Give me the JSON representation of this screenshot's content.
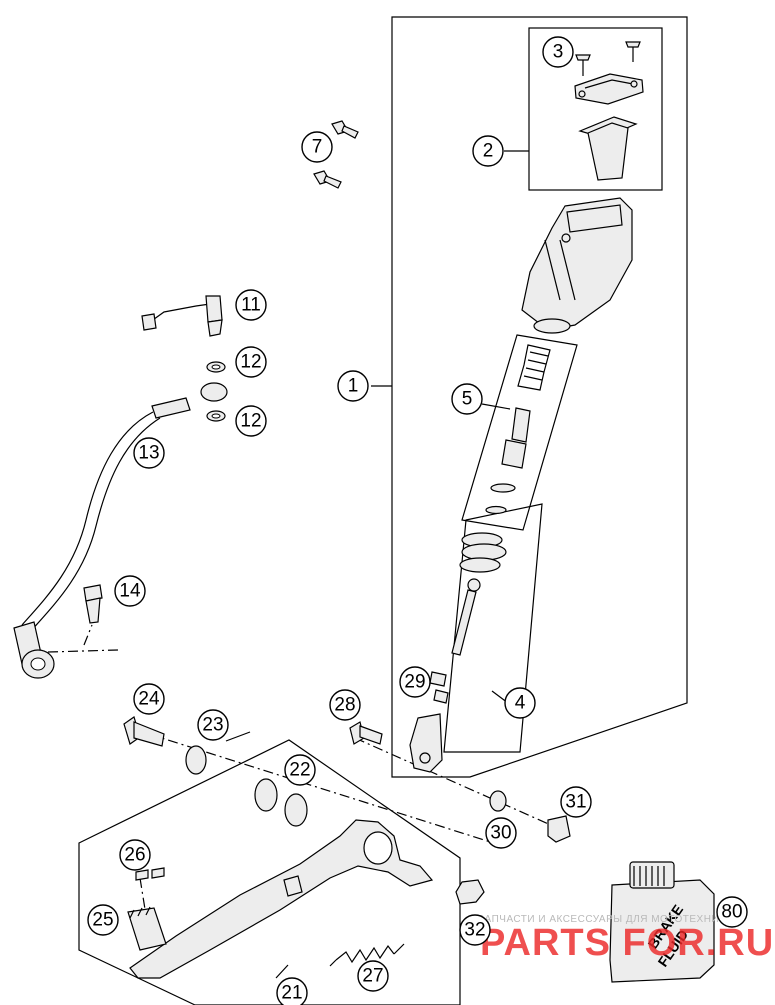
{
  "callouts": {
    "c1": "1",
    "c2": "2",
    "c3": "3",
    "c4": "4",
    "c5": "5",
    "c7": "7",
    "c11": "11",
    "c12a": "12",
    "c12b": "12",
    "c13": "13",
    "c14": "14",
    "c21": "21",
    "c22": "22",
    "c23": "23",
    "c24": "24",
    "c25": "25",
    "c26": "26",
    "c27": "27",
    "c28": "28",
    "c29": "29",
    "c30": "30",
    "c31": "31",
    "c32": "32",
    "c80": "80"
  },
  "fluid_can": {
    "line1": "BRAKE",
    "line2": "FLUID"
  },
  "watermark": {
    "tagline": "ЗАПЧАСТИ И АКСЕССУАРЫ ДЛЯ МОТОТЕХНИКИ",
    "brand": "PARTS FOR.RU"
  },
  "colors": {
    "line": "#000000",
    "part_fill": "#ededed",
    "watermark_red": "#eb2828",
    "watermark_grey": "#b9b9b9"
  }
}
